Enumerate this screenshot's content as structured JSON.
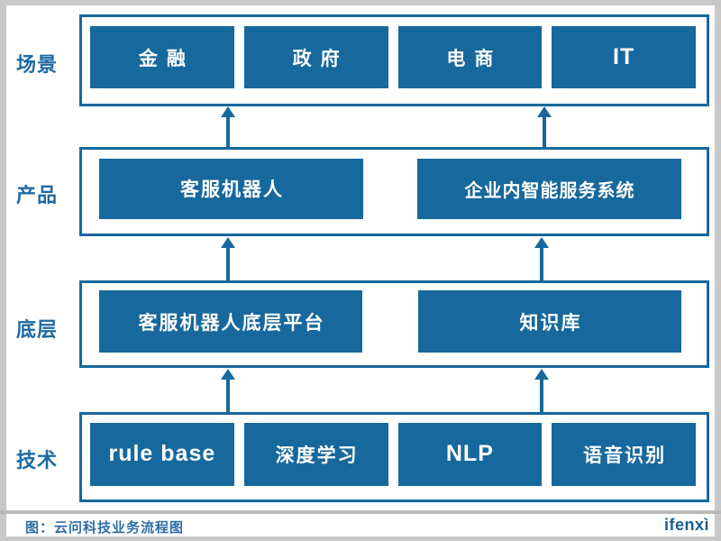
{
  "diagram": {
    "rows": [
      {
        "label": "场景",
        "boxes": [
          "金融",
          "政府",
          "电商",
          "IT"
        ]
      },
      {
        "label": "产品",
        "boxes": [
          "客服机器人",
          "企业内智能服务系统"
        ]
      },
      {
        "label": "底层",
        "boxes": [
          "客服机器人底层平台",
          "知识库"
        ]
      },
      {
        "label": "技术",
        "boxes": [
          "rule base",
          "深度学习",
          "NLP",
          "语音识别"
        ]
      }
    ]
  },
  "footer": {
    "caption": "图：云问科技业务流程图",
    "logo": "ifenxì"
  },
  "colors": {
    "primary_blue": "#17689D",
    "label_blue": "#1E6AA5",
    "caption_blue": "#2E6DA4",
    "logo_blue": "#1D5B8C",
    "frame_gray": "#C8C8C8",
    "divider_gray": "#B9B9B9",
    "box_text_white": "#FFFFFF"
  }
}
